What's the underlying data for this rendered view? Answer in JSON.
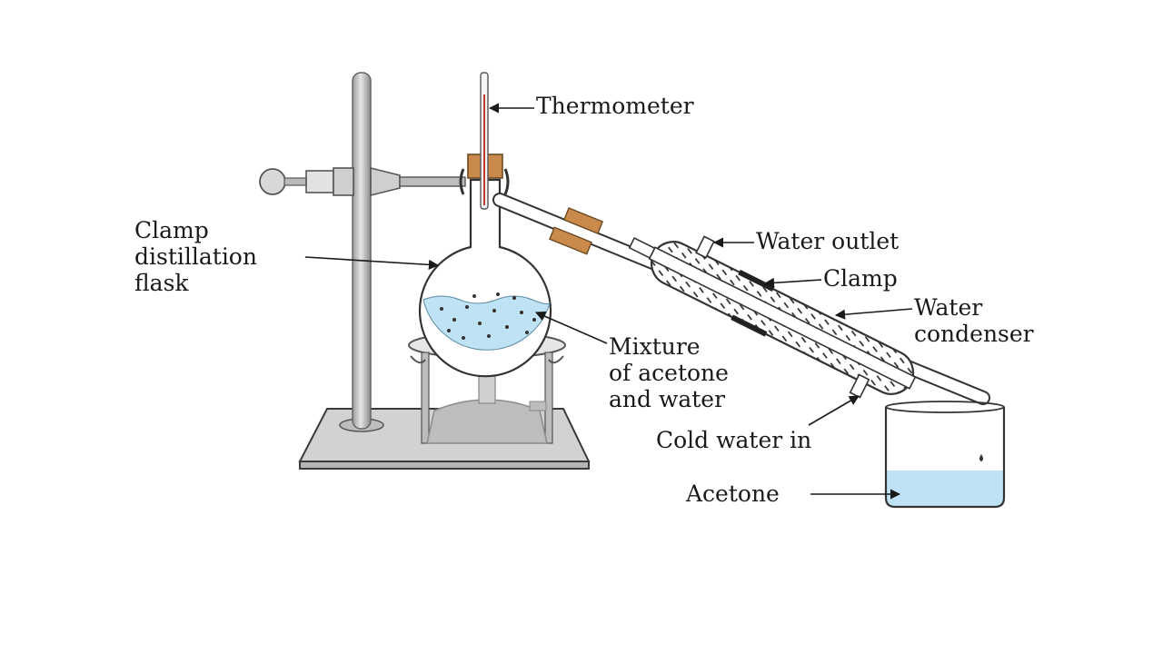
{
  "labels": {
    "thermometer": "Thermometer",
    "clamp_flask_1": "Clamp",
    "clamp_flask_2": "distillation",
    "clamp_flask_3": "flask",
    "water_outlet": "Water outlet",
    "clamp": "Clamp",
    "condenser_1": "Water",
    "condenser_2": "condenser",
    "mixture_1": "Mixture",
    "mixture_2": "of acetone",
    "mixture_3": "and water",
    "cold_water": "Cold water in",
    "acetone": "Acetone"
  },
  "colors": {
    "liquid": "#bfe3f5",
    "stand": "#cfcfcf",
    "cork": "#c98a4b",
    "flame": "#f5a623",
    "burner": "#bdbdbd"
  }
}
